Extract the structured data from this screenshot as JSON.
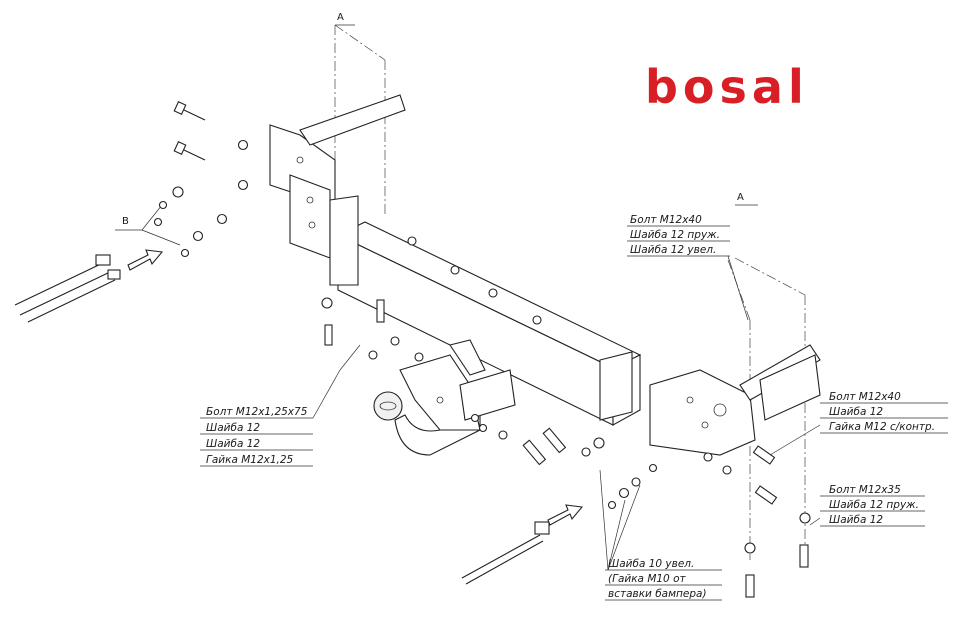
{
  "brand": {
    "logo_text": "bosal",
    "color": "#d81f26"
  },
  "section_marks": {
    "top": "A",
    "right": "A",
    "left": "B"
  },
  "callouts": {
    "top_right": [
      "Болт М12х40",
      "Шайба 12 пруж.",
      "Шайба 12 увел."
    ],
    "right_mid": [
      "Болт М12х40",
      "Шайба 12",
      "Гайка М12 с/контр."
    ],
    "right_low": [
      "Болт М12х35",
      "Шайба 12 пруж.",
      "Шайба 12"
    ],
    "left_mid": [
      "Болт М12х1,25х75",
      "Шайба 12",
      "Шайба 12",
      "Гайка М12х1,25"
    ],
    "bottom": [
      "Шайба 10 увел.",
      "(Гайка М10 от",
      "вставки бампера)"
    ]
  }
}
